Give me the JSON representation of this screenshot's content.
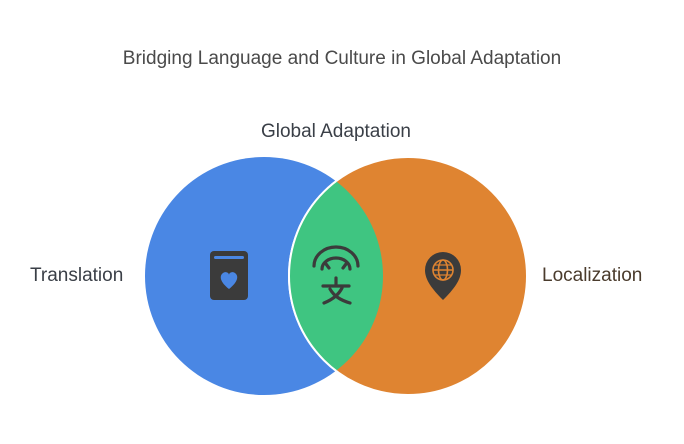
{
  "title": "Bridging Language and Culture in Global Adaptation",
  "diagram": {
    "type": "venn",
    "sets": [
      {
        "label": "Translation",
        "color": "#4a87e4",
        "icon": "book-heart-icon"
      },
      {
        "label": "Localization",
        "color": "#df8431",
        "icon": "globe-location-icon"
      }
    ],
    "intersection": {
      "label": "Global Adaptation",
      "color": "#3fc581",
      "icon": "translate-language-icon"
    }
  },
  "colors": {
    "title_text": "#4a4a4a",
    "label_text": "#3a3f47",
    "localization_text": "#4a3b2c",
    "icon": "#3b3b3b",
    "outline": "#ffffff"
  }
}
